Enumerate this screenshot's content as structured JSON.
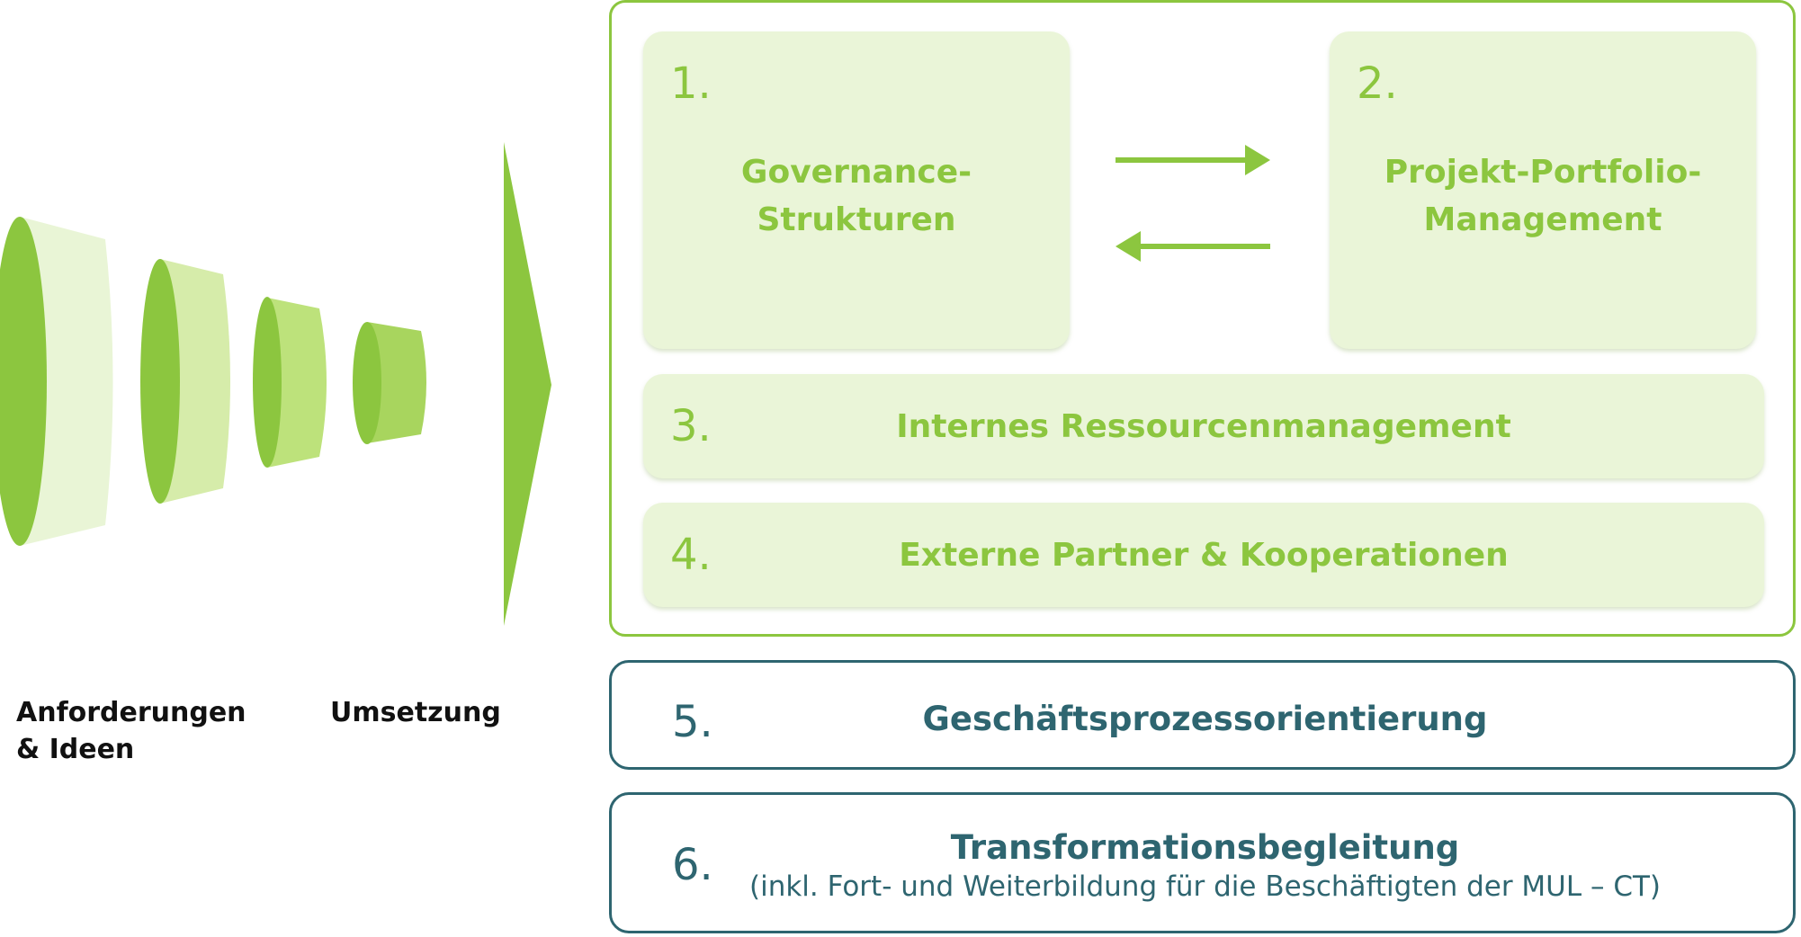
{
  "colors": {
    "accent_green": "#8cc63f",
    "panel_green": "#eaf5d8",
    "teal": "#2e6570"
  },
  "icons": {
    "funnel": "funnel-icon",
    "big_arrow": "chevron-right-icon",
    "exchange_arrows": "arrow-left-right-icon"
  },
  "funnel": {
    "label_left": "Anforderungen\n& Ideen",
    "label_right": "Umsetzung"
  },
  "panels": [
    {
      "number": "1.",
      "title": "Governance-\nStrukturen"
    },
    {
      "number": "2.",
      "title": "Projekt-Portfolio-\nManagement"
    },
    {
      "number": "3.",
      "title": "Internes Ressourcenmanagement"
    },
    {
      "number": "4.",
      "title": "Externe Partner & Kooperationen"
    }
  ],
  "boxes": [
    {
      "number": "5.",
      "title": "Geschäftsprozessorientierung",
      "subtitle": ""
    },
    {
      "number": "6.",
      "title": "Transformationsbegleitung",
      "subtitle": "(inkl. Fort- und Weiterbildung für die Beschäftigten der MUL – CT)"
    }
  ]
}
